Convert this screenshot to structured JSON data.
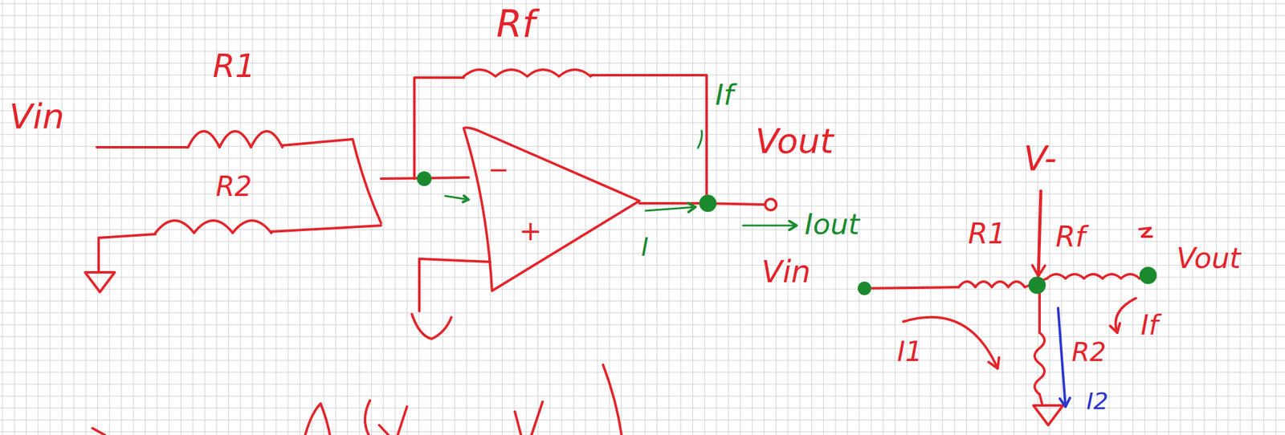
{
  "diagram": {
    "labels": [
      "Vin",
      "R1",
      "Rf",
      "R2",
      "−",
      "+",
      "If",
      "Vout",
      "Iout",
      "I",
      "V-",
      "Vin",
      "R1",
      "Rf",
      "Vout",
      "I1",
      "If",
      "R2",
      "I2"
    ]
  }
}
